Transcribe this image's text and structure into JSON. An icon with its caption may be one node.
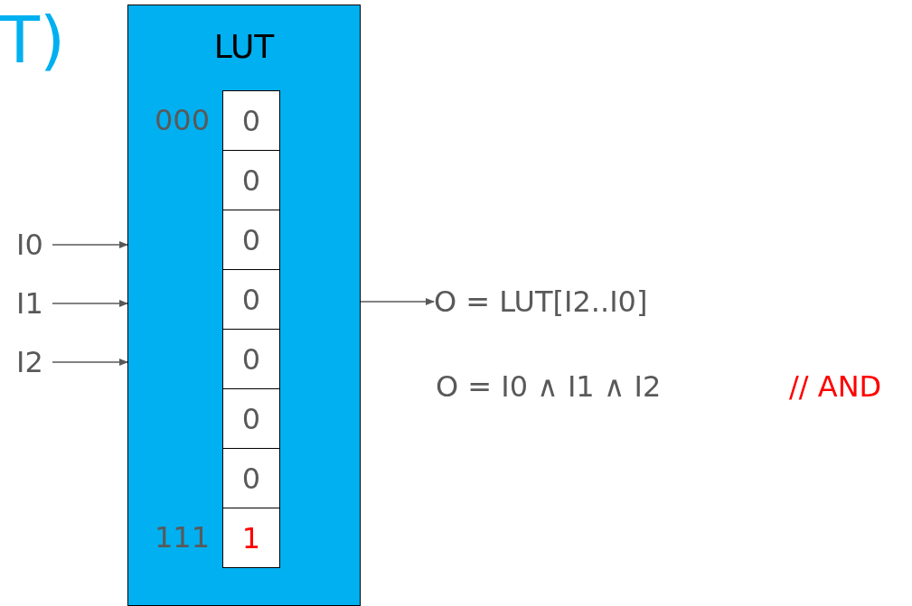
{
  "diagram": {
    "nodes": [
      {
        "text": [
          "LUT"
        ]
      },
      {
        "text": [
          "0"
        ],
        "in": 0,
        "beside": [
          "000"
        ]
      },
      {
        "text": [
          "0"
        ],
        "in": 0
      },
      {
        "text": [
          "0"
        ],
        "in": 0
      },
      {
        "text": [
          "0"
        ],
        "in": 0
      },
      {
        "text": [
          "0"
        ],
        "in": 0
      },
      {
        "text": [
          "0"
        ],
        "in": 0
      },
      {
        "text": [
          "0"
        ],
        "in": 0
      },
      {
        "text": [
          "1"
        ],
        "in": 0,
        "beside": [
          "111"
        ]
      },
      {
        "text": [
          "I0"
        ]
      },
      {
        "text": [
          "I1"
        ]
      },
      {
        "text": [
          "I2"
        ]
      },
      {
        "text": [
          "O = LUT[I2..I0]"
        ]
      }
    ],
    "edges": [
      {
        "from": 9,
        "to": 0,
        "arrow": "to"
      },
      {
        "from": 10,
        "to": 0,
        "arrow": "to"
      },
      {
        "from": 11,
        "to": 0,
        "arrow": "to"
      },
      {
        "from": 0,
        "to": 12,
        "arrow": "to"
      }
    ],
    "labels": [
      "T)",
      "O = I0 ∧ I1 ∧ I2",
      "// AND"
    ]
  }
}
